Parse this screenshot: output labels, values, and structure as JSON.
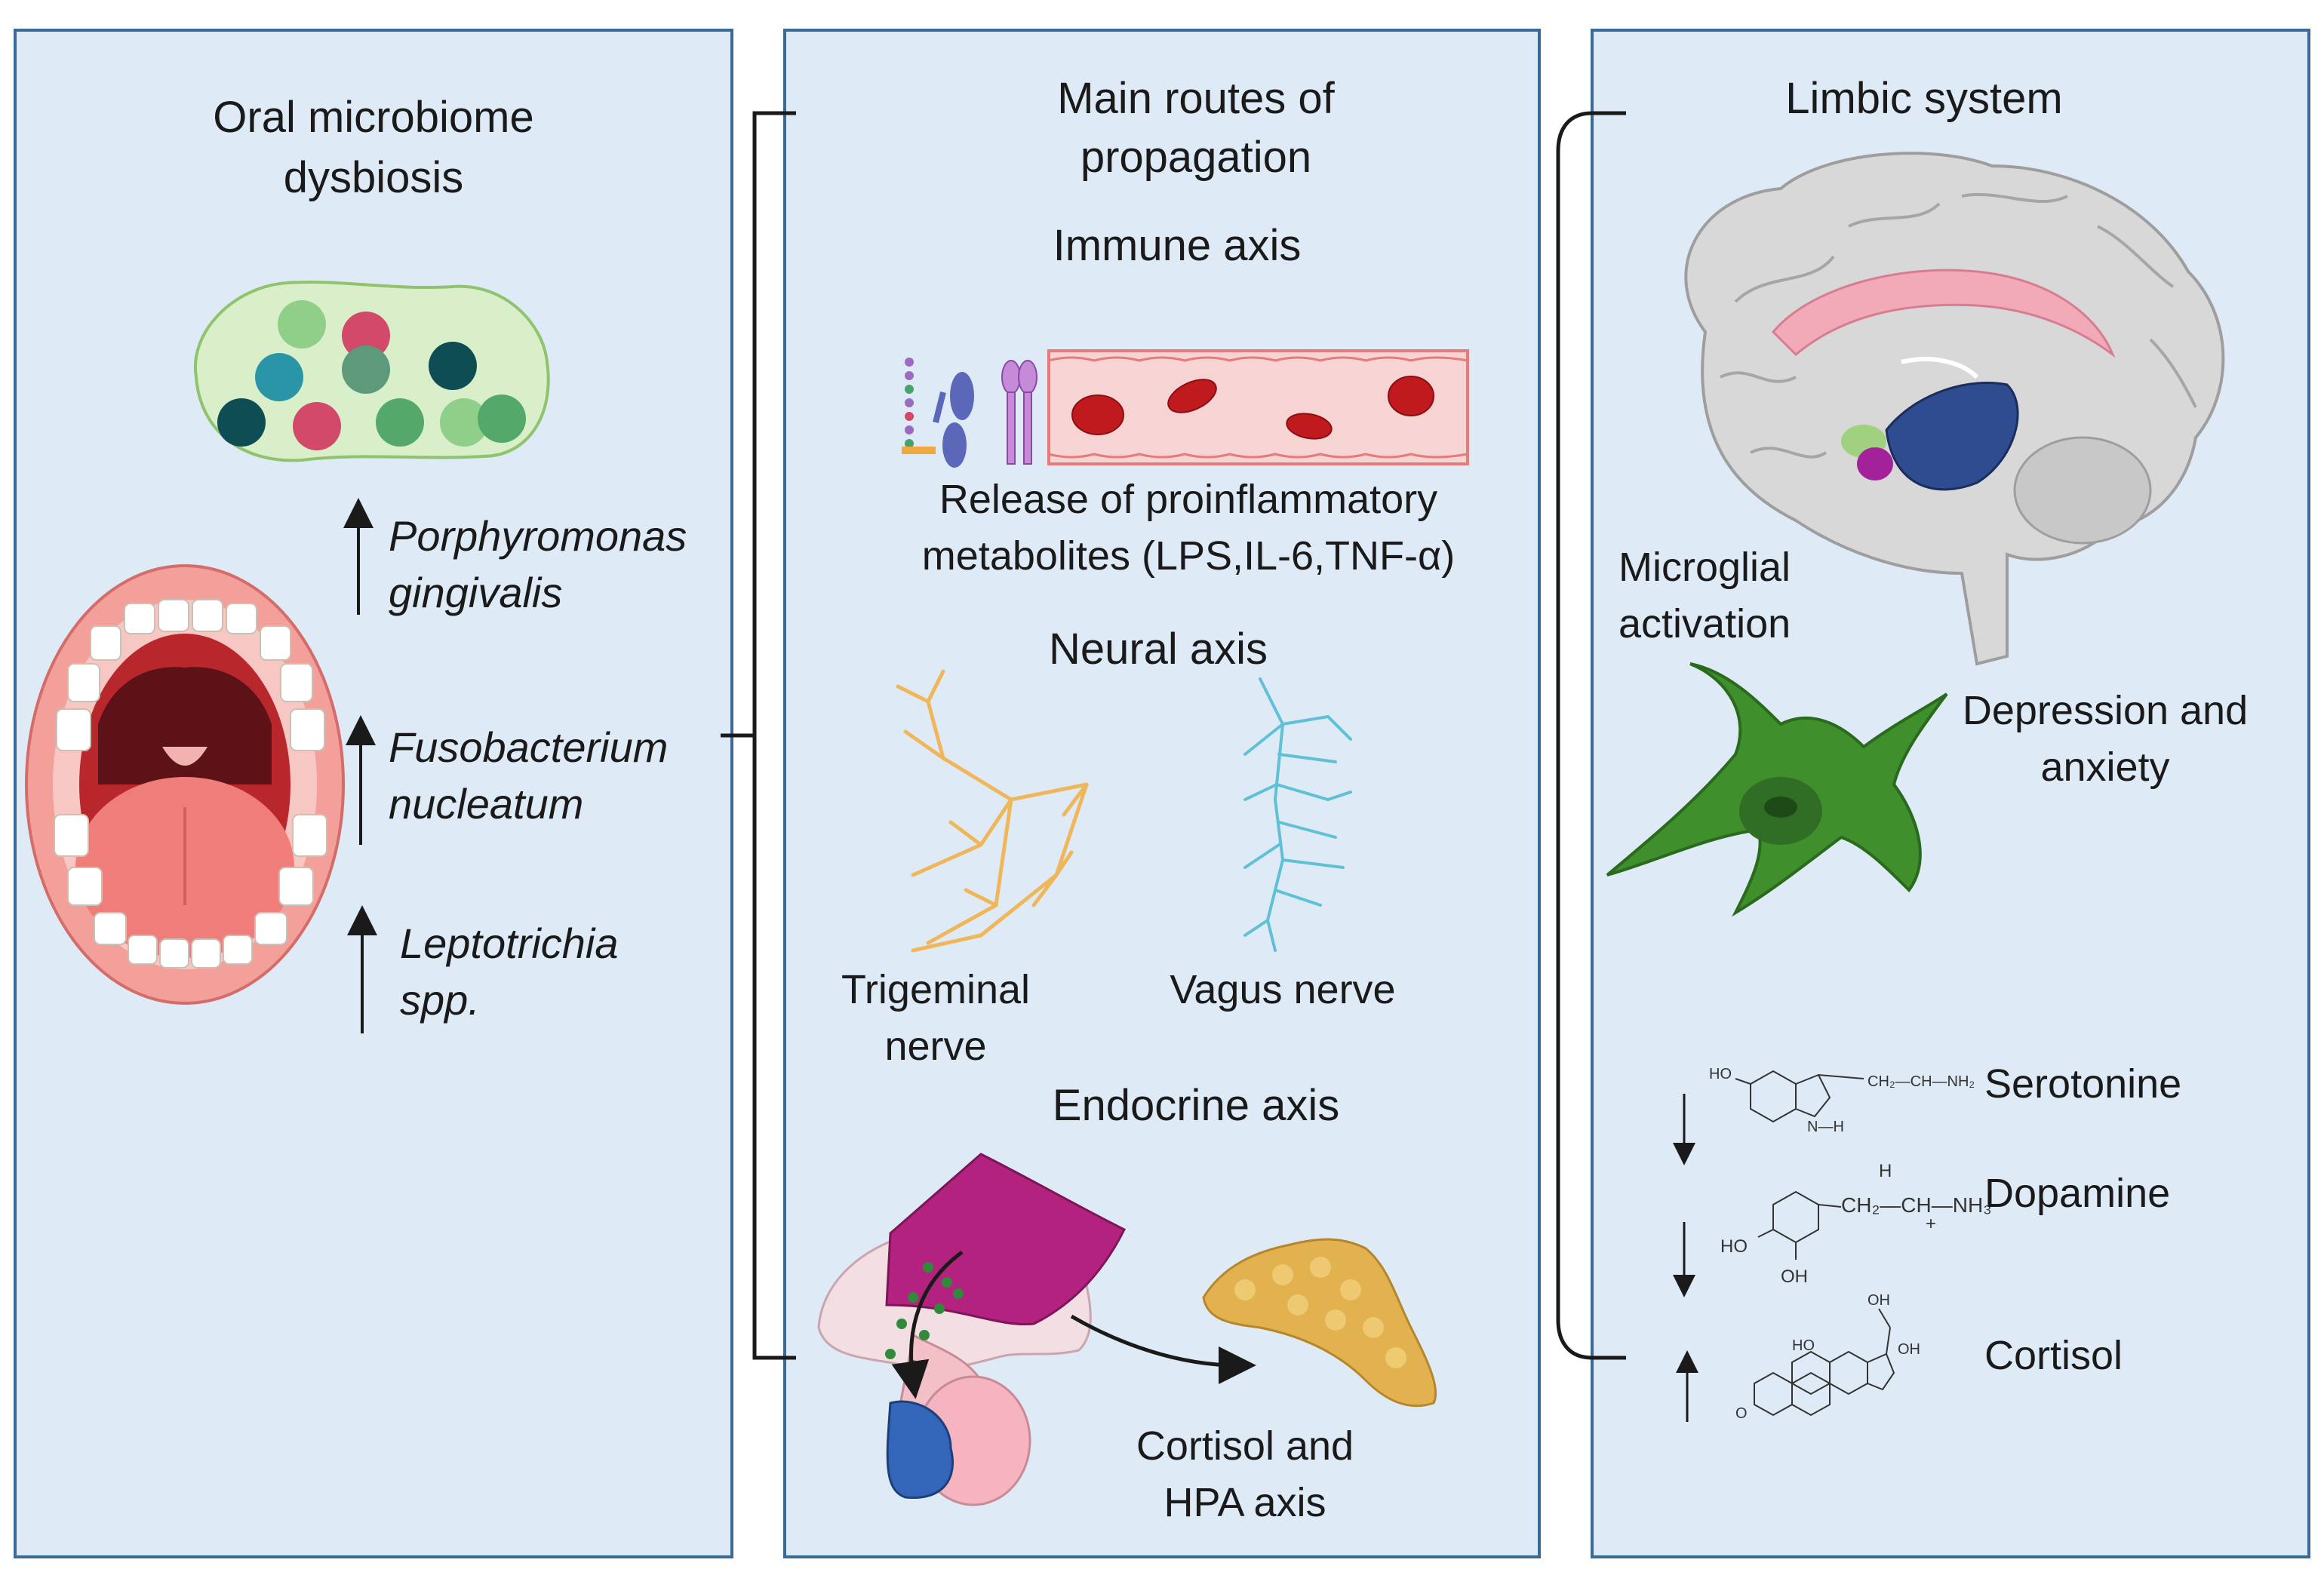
{
  "colors": {
    "panel_fill": "#deebf7",
    "panel_stroke": "#3a6a97",
    "microglia": "#3f8f2d",
    "vessel": "#f6d4d4",
    "rbc": "#c01a1f",
    "trigeminal": "#f0b75a",
    "vagus": "#5fc0d6",
    "hypothalamus": "#b3227f",
    "adrenal": "#e2b24e"
  },
  "left_panel": {
    "title_line1": "Oral microbiome",
    "title_line2": "dysbiosis",
    "bacteria": [
      {
        "name_line1": "Porphyromonas",
        "name_line2": "gingivalis",
        "trend": "up"
      },
      {
        "name_line1": "Fusobacterium",
        "name_line2": "nucleatum",
        "trend": "up"
      },
      {
        "name_line1": "Leptotrichia",
        "name_line2": "spp.",
        "trend": "up"
      }
    ]
  },
  "middle_panel": {
    "title_line1": "Main  routes of",
    "title_line2": "propagation",
    "immune": {
      "title": "Immune axis",
      "caption_line1": "Release of proinflammatory",
      "caption_line2": "metabolites (LPS,IL-6,TNF-α)"
    },
    "neural": {
      "title": "Neural axis",
      "trigeminal_line1": "Trigeminal",
      "trigeminal_line2": "nerve",
      "vagus": "Vagus nerve"
    },
    "endocrine": {
      "title": "Endocrine axis",
      "caption_line1": "Cortisol and",
      "caption_line2": "HPA axis"
    }
  },
  "right_panel": {
    "title": "Limbic system",
    "microglia_line1": "Microglial",
    "microglia_line2": "activation",
    "outcome_line1": "Depression and",
    "outcome_line2": "anxiety",
    "neurotransmitters": [
      {
        "name": "Serotonine",
        "trend": "down"
      },
      {
        "name": "Dopamine",
        "trend": "down"
      },
      {
        "name": "Cortisol",
        "trend": "up"
      }
    ],
    "formula_labels": {
      "ho": "HO",
      "oh": "OH",
      "h": "H",
      "nh": "N—H",
      "serotonin_chain": "CH₂—CH—NH₂",
      "dopamine_chain": "CH₂—CH—NH₃",
      "plus": "+",
      "o": "O"
    }
  }
}
